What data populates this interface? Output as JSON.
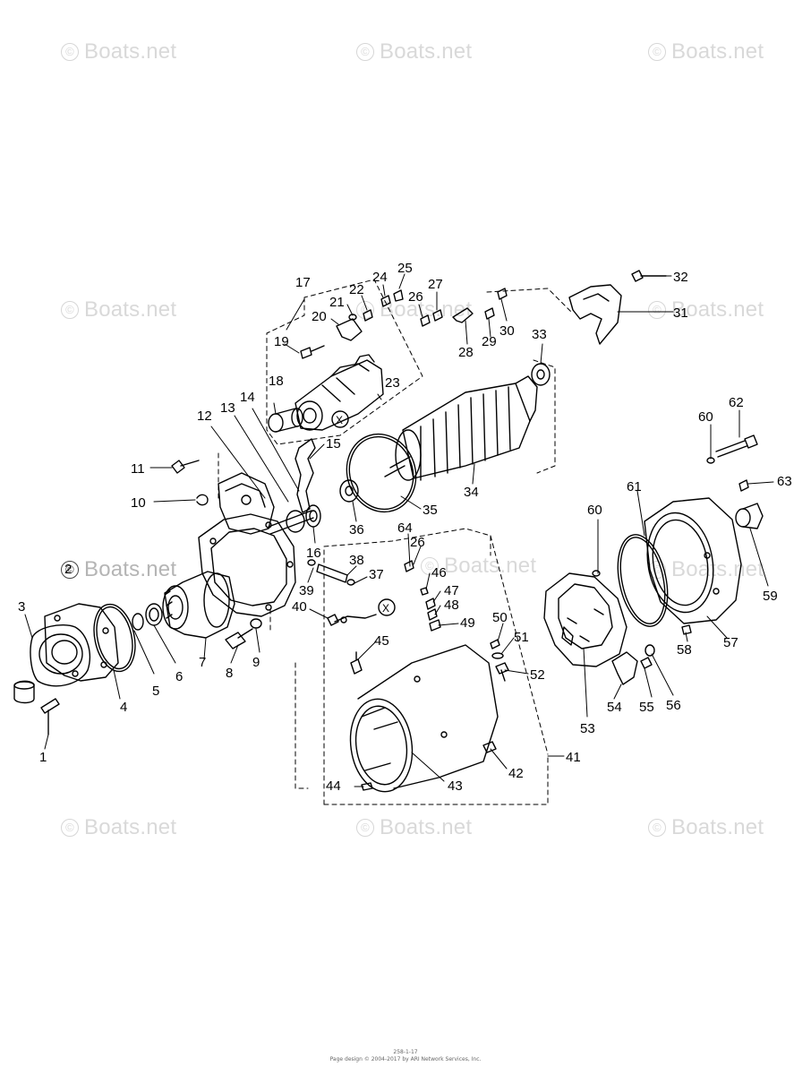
{
  "watermark": {
    "symbol": "©",
    "text": "Boats.net"
  },
  "callouts": {
    "c1": "1",
    "c2": "2",
    "c3": "3",
    "c4": "4",
    "c5": "5",
    "c6": "6",
    "c7": "7",
    "c8": "8",
    "c9": "9",
    "c10": "10",
    "c11": "11",
    "c12": "12",
    "c13": "13",
    "c14": "14",
    "c15": "15",
    "c16": "16",
    "c17": "17",
    "c18": "18",
    "c19": "19",
    "c20": "20",
    "c21": "21",
    "c22": "22",
    "c23": "23",
    "c24": "24",
    "c25": "25",
    "c26a": "26",
    "c26b": "26",
    "c27": "27",
    "c28": "28",
    "c29": "29",
    "c30": "30",
    "c31": "31",
    "c32": "32",
    "c33": "33",
    "c34": "34",
    "c35": "35",
    "c36": "36",
    "c37": "37",
    "c38": "38",
    "c39": "39",
    "c40": "40",
    "c41": "41",
    "c42": "42",
    "c43": "43",
    "c44": "44",
    "c45": "45",
    "c46": "46",
    "c47": "47",
    "c48": "48",
    "c49": "49",
    "c50": "50",
    "c51": "51",
    "c52": "52",
    "c53": "53",
    "c54": "54",
    "c55": "55",
    "c56": "56",
    "c57": "57",
    "c58": "58",
    "c59": "59",
    "c60a": "60",
    "c60b": "60",
    "c61": "61",
    "c62": "62",
    "c63": "63",
    "c64": "64",
    "xa": "X",
    "xb": "X"
  },
  "footer": {
    "line1": "258-1-17",
    "line2": "Page design © 2004-2017 by ARI Network Services, Inc."
  }
}
